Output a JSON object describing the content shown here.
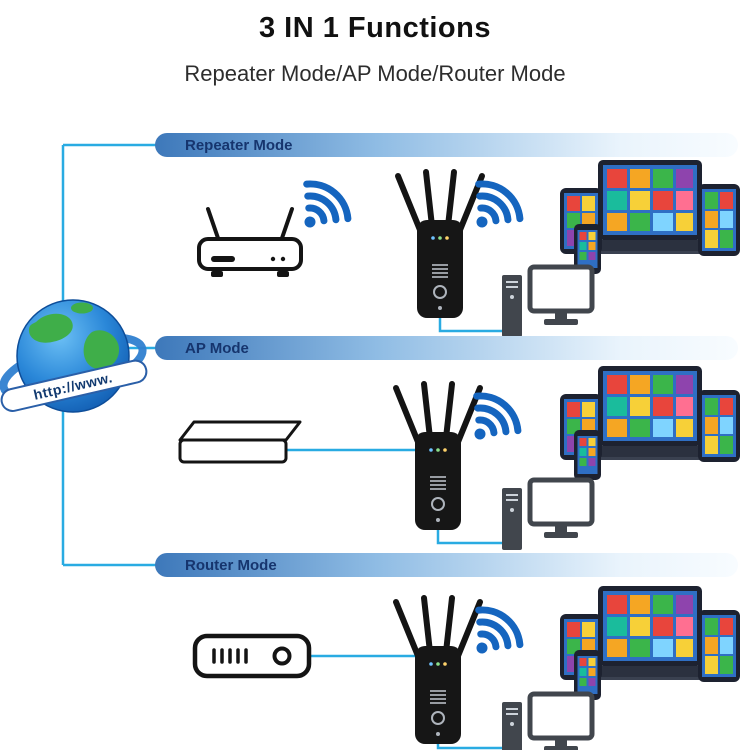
{
  "title": "3 IN 1 Functions",
  "subtitle": "Repeater Mode/AP Mode/Router Mode",
  "globe": {
    "label": "http://www."
  },
  "sections": [
    {
      "label": "Repeater Mode",
      "icons": [
        "wireless-router-icon",
        "wifi-signal-icon",
        "repeater-icon",
        "wifi-signal-icon",
        "devices-cluster-icon",
        "desktop-pc-icon"
      ]
    },
    {
      "label": "AP Mode",
      "icons": [
        "modem-box-icon",
        "cable-line",
        "repeater-icon",
        "wifi-signal-icon",
        "devices-cluster-icon",
        "desktop-pc-icon"
      ]
    },
    {
      "label": "Router Mode",
      "icons": [
        "modem-vent-icon",
        "cable-line",
        "repeater-icon",
        "wifi-signal-icon",
        "devices-cluster-icon",
        "desktop-pc-icon"
      ]
    }
  ],
  "colors": {
    "banner_gradient_start": "#3d78ba",
    "banner_text": "#16356e",
    "wifi_signal": "#1565bf",
    "cable_line": "#29abe2",
    "device_body": "#161616",
    "screen_background": "#2f6fc4",
    "globe_blue": "#2a87d8",
    "globe_green": "#3fae49"
  }
}
